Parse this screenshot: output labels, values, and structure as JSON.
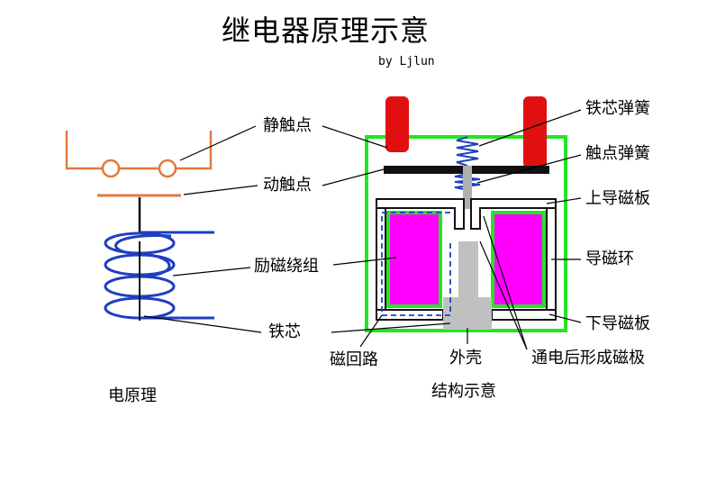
{
  "title": "继电器原理示意",
  "byline": "by Ljlun",
  "labels": {
    "static_contact": "静触点",
    "moving_contact": "动触点",
    "excitation_winding": "励磁绕组",
    "iron_core": "铁芯",
    "core_spring": "铁芯弹簧",
    "contact_spring": "触点弹簧",
    "upper_plate": "上导磁板",
    "magnetic_ring": "导磁环",
    "lower_plate": "下导磁板",
    "magnetic_circuit": "磁回路",
    "housing": "外壳",
    "poles": "通电后形成磁极"
  },
  "captions": {
    "principle": "电原理",
    "structure": "结构示意"
  },
  "colors": {
    "contact_orange": "#e07a3c",
    "coil_blue": "#1f3fbf",
    "housing_green": "#22e622",
    "winding_magenta": "#ff00ff",
    "core_gray": "#c0c0c0",
    "terminal_red": "#e01010",
    "armature_black": "#111111"
  }
}
